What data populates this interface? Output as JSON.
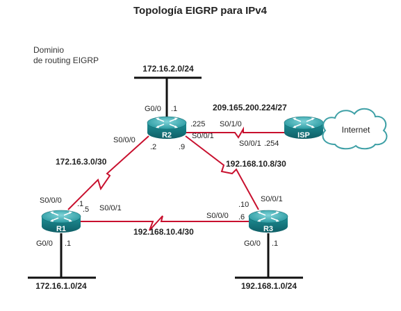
{
  "title": "Topología EIGRP para IPv4",
  "domain_label": [
    "Dominio",
    "de routing EIGRP"
  ],
  "routers": {
    "r1": "R1",
    "r2": "R2",
    "r3": "R3",
    "isp": "ISP"
  },
  "cloud_label": "Internet",
  "networks": {
    "r2_lan": "172.16.2.0/24",
    "r1_lan": "172.16.1.0/24",
    "r3_lan": "192.168.1.0/24",
    "r1_r2": "172.16.3.0/30",
    "r2_r3": "192.168.10.8/30",
    "r1_r3": "192.168.10.4/30",
    "r2_isp": "209.165.200.224/27"
  },
  "interfaces": {
    "r2_g0": "G0/0",
    "r2_g0_host": ".1",
    "r2_s010_host": ".225",
    "r2_s010": "S0/1/0",
    "r2_s001": "S0/0/1",
    "r2_s000": "S0/0/0",
    "r2_s000_host": ".2",
    "r2_s001_host": ".9",
    "isp_s001": "S0/0/1",
    "isp_host": ".254",
    "r1_s000": "S0/0/0",
    "r1_s000_host": ".1",
    "r1_s001_host": ".5",
    "r1_s001": "S0/0/1",
    "r1_g0": "G0/0",
    "r1_g0_host": ".1",
    "r3_s001": "S0/0/1",
    "r3_s001_host": ".10",
    "r3_s000": "S0/0/0",
    "r3_s000_host": ".6",
    "r3_g0": "G0/0",
    "r3_g0_host": ".1"
  },
  "colors": {
    "serial_link": "#c8102e",
    "router_body": "#1b8c93",
    "router_top": "#4fb8bf",
    "ethernet": "#111111"
  }
}
